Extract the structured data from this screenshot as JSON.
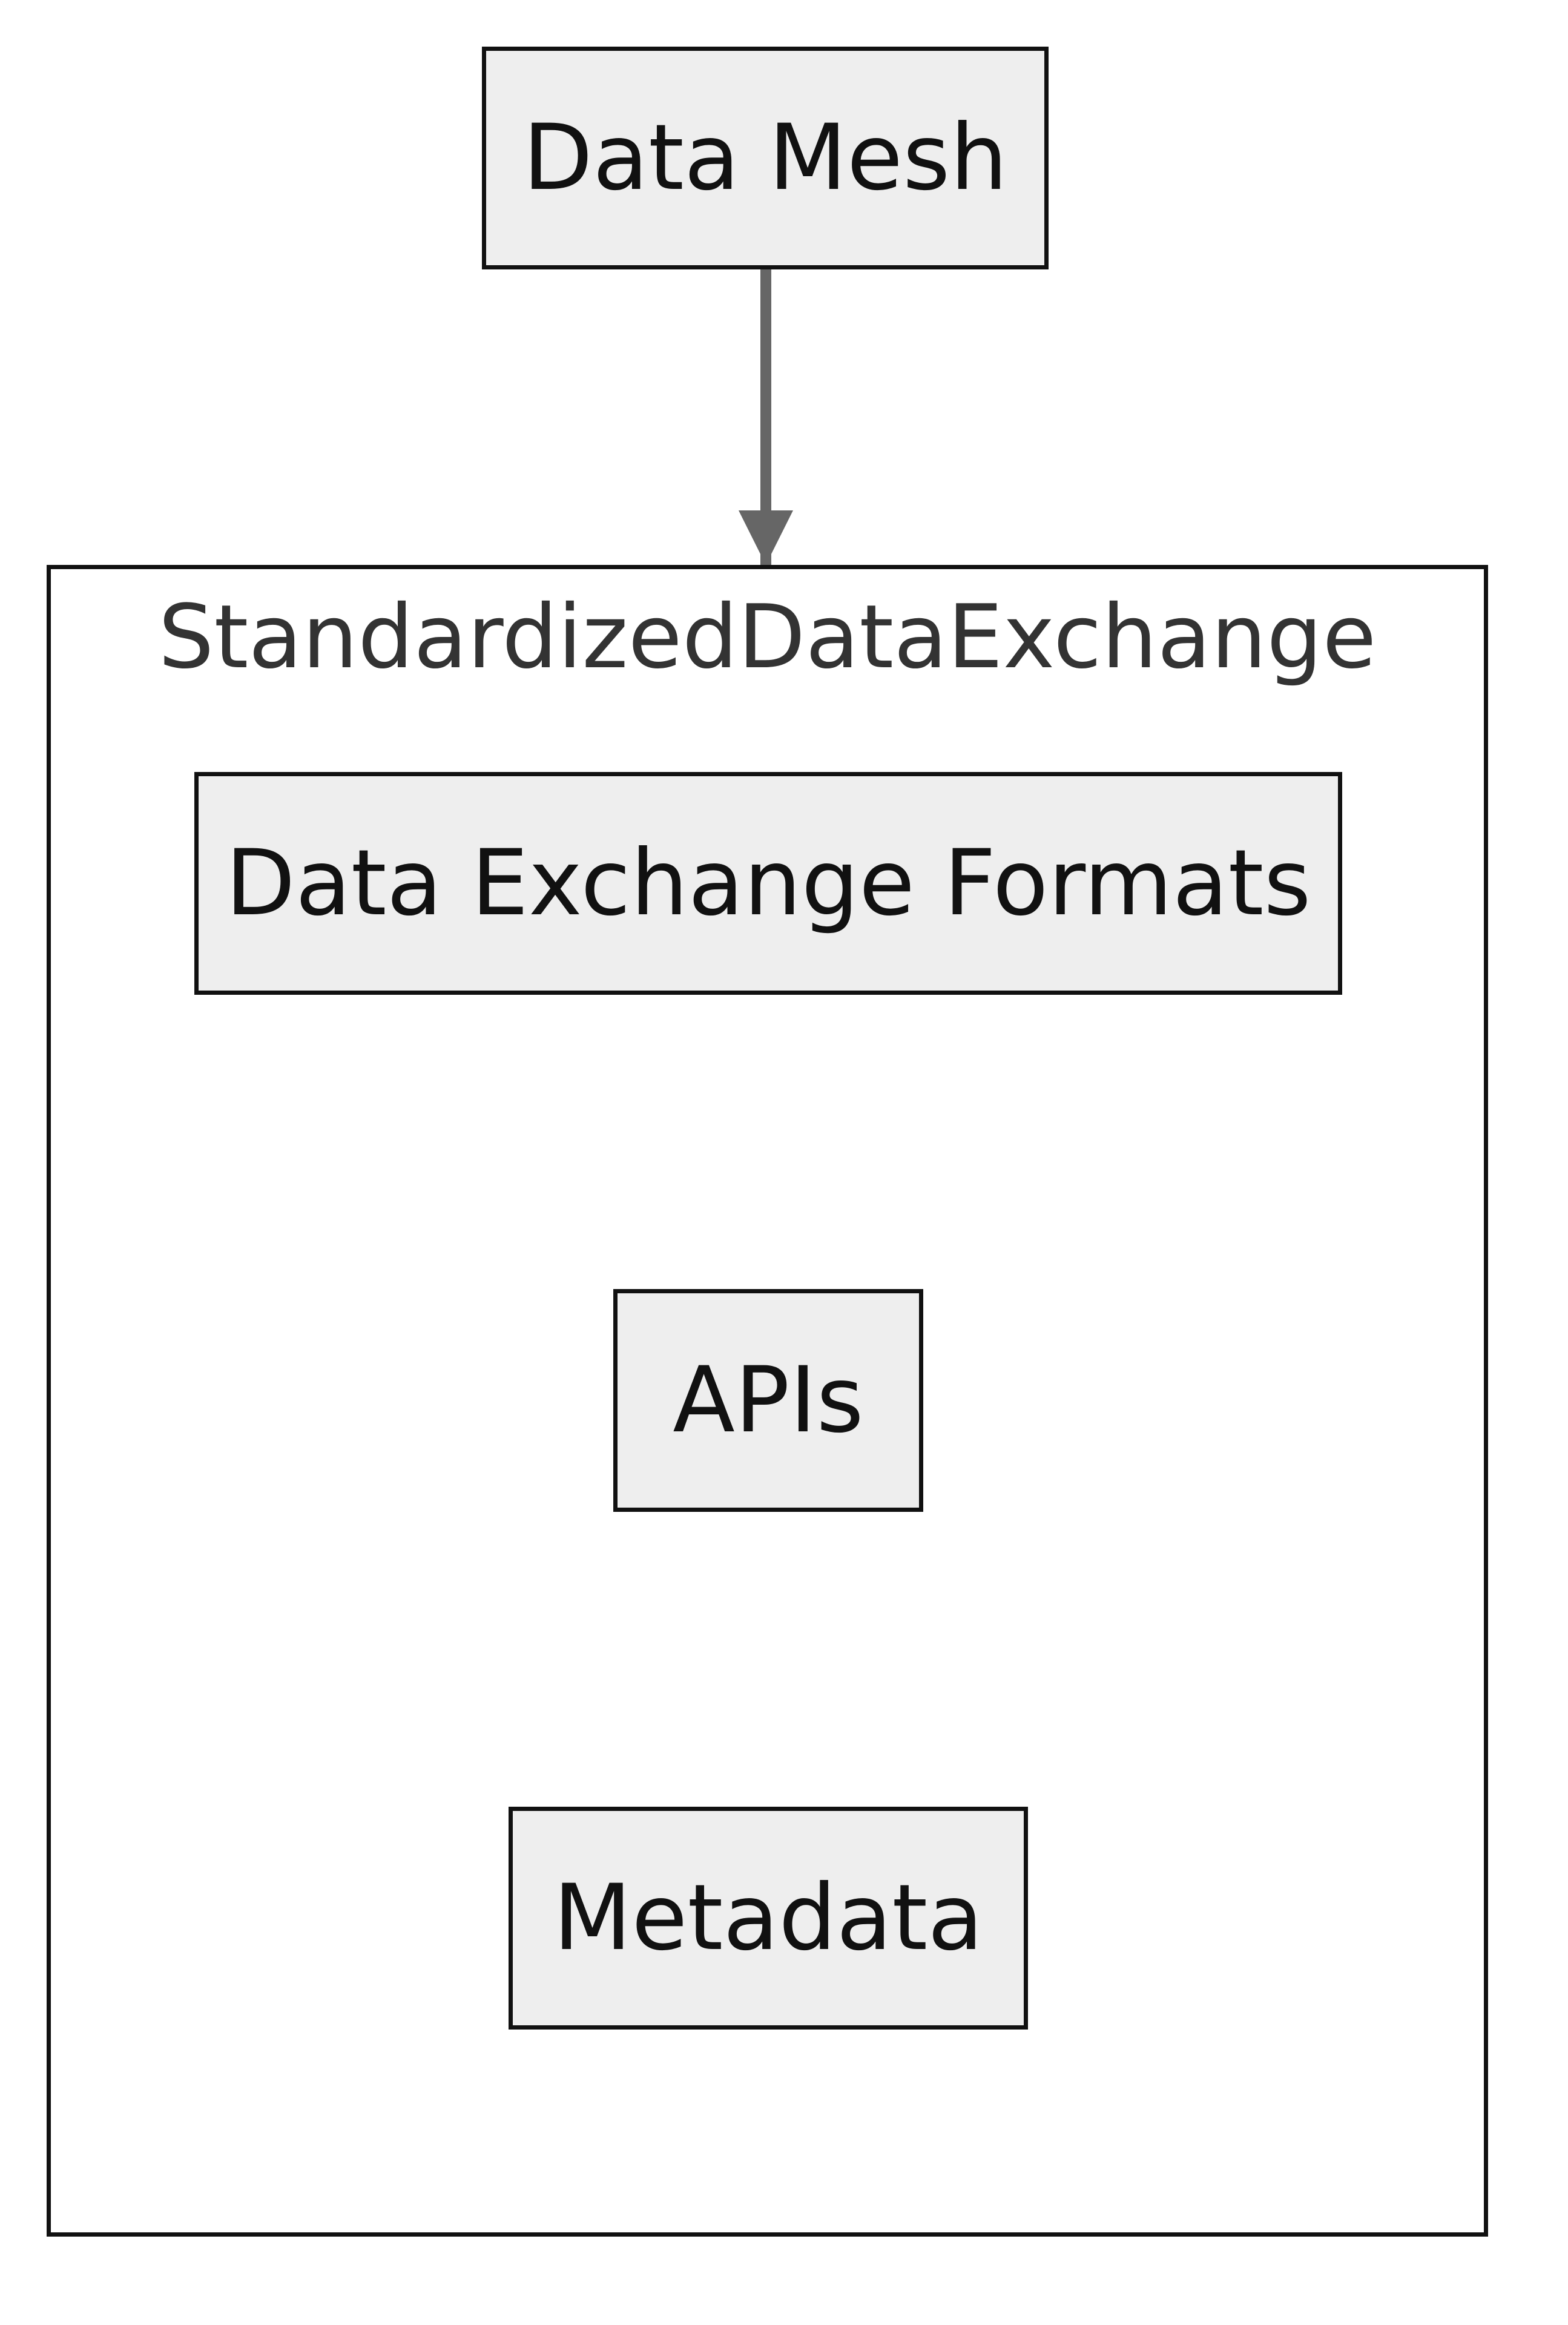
{
  "diagram": {
    "type": "flowchart",
    "colors": {
      "node_fill": "#eeeeee",
      "node_border": "#111111",
      "edge": "#666666",
      "cluster_label": "#333333"
    },
    "nodes": {
      "data_mesh": "Data Mesh",
      "data_exchange_formats": "Data Exchange Formats",
      "apis": "APIs",
      "metadata": "Metadata"
    },
    "cluster": {
      "label": "StandardizedDataExchange"
    },
    "edges": [
      {
        "from": "Data Mesh",
        "to": "StandardizedDataExchange"
      }
    ]
  }
}
